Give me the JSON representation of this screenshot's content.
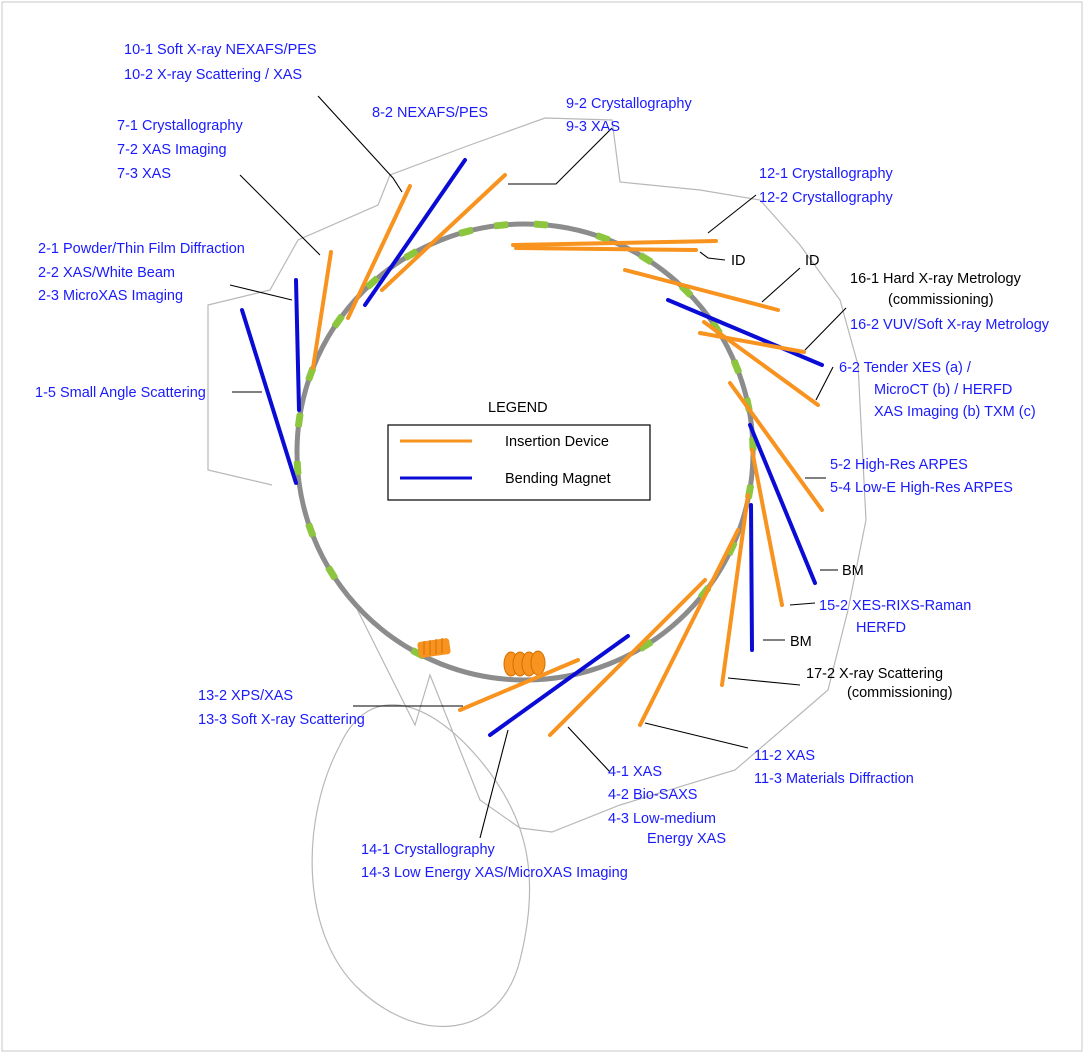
{
  "colors": {
    "insertion": "#f7931e",
    "bending": "#0b0bd6",
    "ring": "#8c8c8c",
    "magnet": "#8cc63f",
    "outline": "#b8b8b8",
    "leader": "#000000",
    "label_blue": "#1a1aff",
    "label_black": "#000000"
  },
  "legend": {
    "title": "LEGEND",
    "insertion_label": "Insertion Device",
    "bending_label": "Bending Magnet"
  },
  "labels": {
    "bl10_1": "10-1  Soft X-ray NEXAFS/PES",
    "bl10_2": "10-2  X-ray Scattering / XAS",
    "bl8_2": "8-2  NEXAFS/PES",
    "bl9_2": "9-2  Crystallography",
    "bl9_3": "9-3  XAS",
    "bl7_1": "7-1  Crystallography",
    "bl7_2": "7-2  XAS Imaging",
    "bl7_3": "7-3  XAS",
    "bl12_1": "12-1  Crystallography",
    "bl12_2": "12-2  Crystallography",
    "id_a": "ID",
    "id_b": "ID",
    "bl2_1": "2-1  Powder/Thin Film Diffraction",
    "bl2_2": "2-2  XAS/White Beam",
    "bl2_3": "2-3  MicroXAS Imaging",
    "bl16_1a": "16-1  Hard X-ray Metrology",
    "bl16_1b": "(commissioning)",
    "bl16_2": "16-2  VUV/Soft X-ray Metrology",
    "bl1_5": "1-5  Small Angle Scattering",
    "bl6_2a": "6-2  Tender XES (a) /",
    "bl6_2b": "MicroCT (b) / HERFD",
    "bl6_2c": "XAS Imaging (b) TXM (c)",
    "bl5_2": "5-2  High-Res ARPES",
    "bl5_4": "5-4  Low-E High-Res ARPES",
    "bm_a": "BM",
    "bl15_2a": "15-2  XES-RIXS-Raman",
    "bl15_2b": "HERFD",
    "bm_b": "BM",
    "bl17_2a": "17-2  X-ray Scattering",
    "bl17_2b": "(commissioning)",
    "bl13_2": "13-2  XPS/XAS",
    "bl13_3": "13-3  Soft X-ray Scattering",
    "bl11_2": "11-2  XAS",
    "bl11_3": "11-3  Materials Diffraction",
    "bl4_1": "4-1  XAS",
    "bl4_2": "4-2  Bio-SAXS",
    "bl4_3a": "4-3  Low-medium",
    "bl4_3b": "Energy XAS",
    "bl14_1": "14-1  Crystallography",
    "bl14_3": "14-3  Low Energy XAS/MicroXAS Imaging"
  }
}
